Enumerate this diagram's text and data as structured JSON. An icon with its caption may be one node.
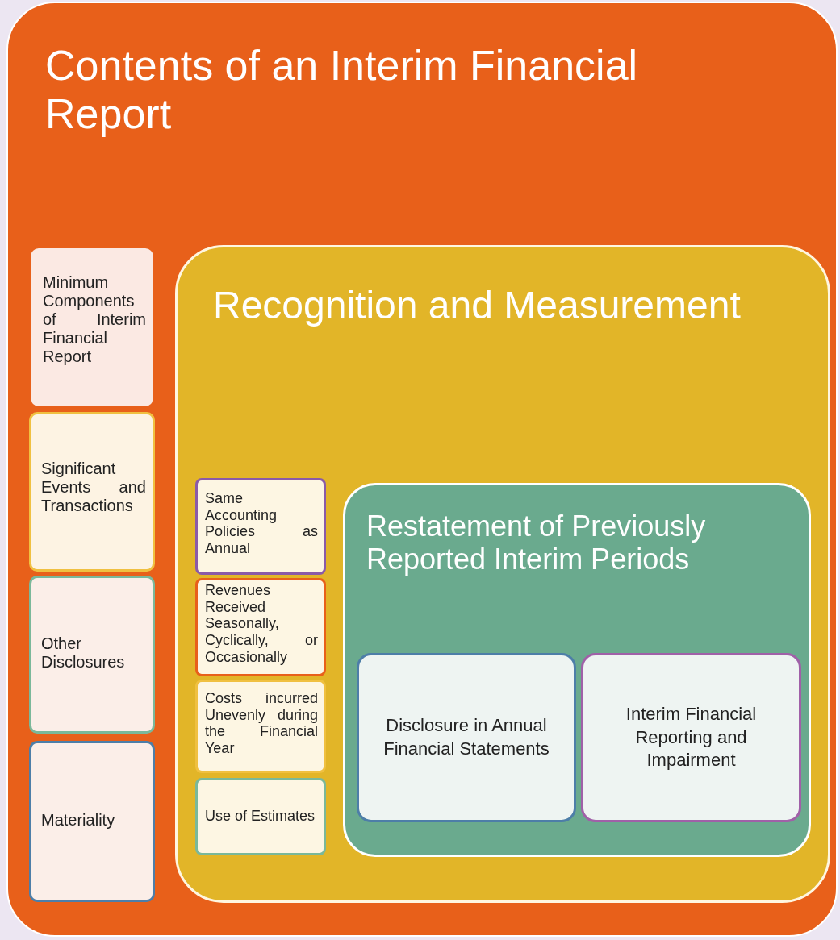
{
  "diagram": {
    "nodes": [
      {
        "text": [
          "Contents of an Interim Financial Report"
        ]
      },
      {
        "text": [
          "Minimum Components of Interim Financial Report"
        ],
        "in": 0
      },
      {
        "text": [
          "Significant Events and Transactions"
        ],
        "in": 0
      },
      {
        "text": [
          "Other Disclosures"
        ],
        "in": 0
      },
      {
        "text": [
          "Materiality"
        ],
        "in": 0
      },
      {
        "text": [
          "Recognition and Measurement"
        ],
        "in": 0
      },
      {
        "text": [
          "Same Accounting Policies as Annual"
        ],
        "in": 5
      },
      {
        "text": [
          "Revenues Received Seasonally, Cyclically, or Occasionally"
        ],
        "in": 5
      },
      {
        "text": [
          "Costs incurred Unevenly during the Financial Year"
        ],
        "in": 5
      },
      {
        "text": [
          "Use of Estimates"
        ],
        "in": 5
      },
      {
        "text": [
          "Restatement of Previously Reported Interim Periods"
        ],
        "in": 5
      },
      {
        "text": [
          "Disclosure in Annual Financial Statements"
        ],
        "in": 10
      },
      {
        "text": [
          "Interim Financial Reporting and Impairment"
        ],
        "in": 10
      }
    ],
    "edges": []
  }
}
